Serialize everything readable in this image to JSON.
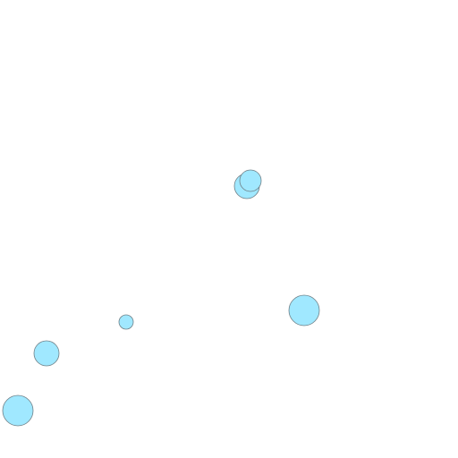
{
  "scene": {
    "background_color": "#ffffff",
    "circle_fill_color": "#a0e8ff",
    "circle_stroke_color": "#6f7f86",
    "circles": [
      {
        "id": "circle-1"
      },
      {
        "id": "circle-2"
      },
      {
        "id": "circle-3"
      },
      {
        "id": "circle-4"
      },
      {
        "id": "circle-5"
      },
      {
        "id": "circle-6"
      }
    ]
  }
}
